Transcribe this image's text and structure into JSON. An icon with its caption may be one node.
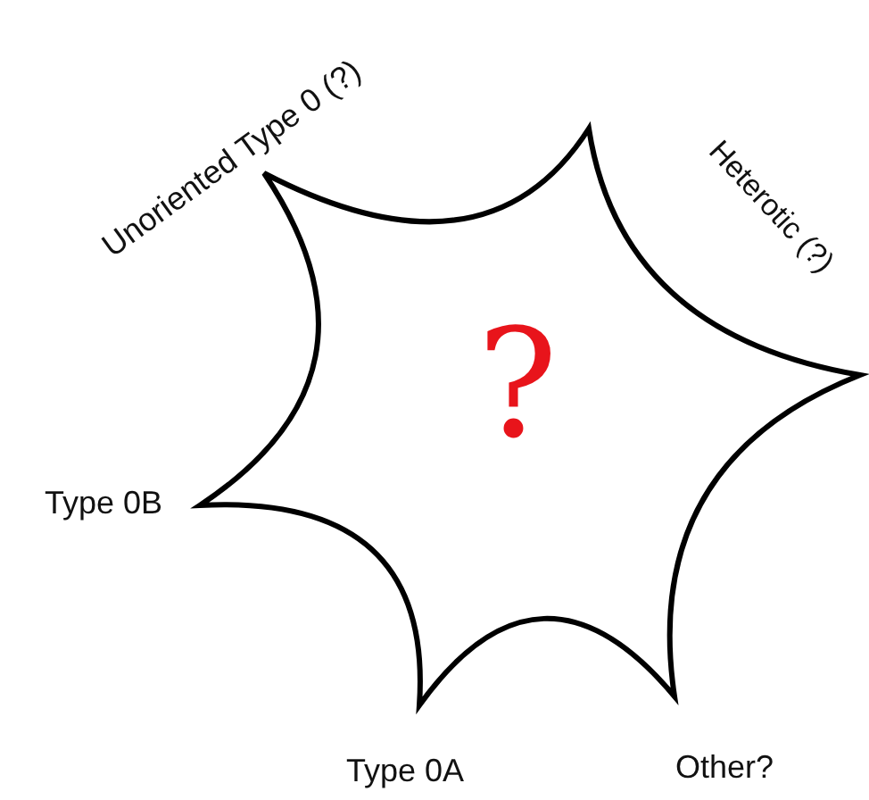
{
  "diagram": {
    "nodes": [
      {
        "text": [
          "?"
        ]
      }
    ],
    "labels": [
      "Unoriented Type 0 (?)",
      "Heterotic (?)",
      "Type 0B",
      "Type 0A",
      "Other?"
    ]
  }
}
